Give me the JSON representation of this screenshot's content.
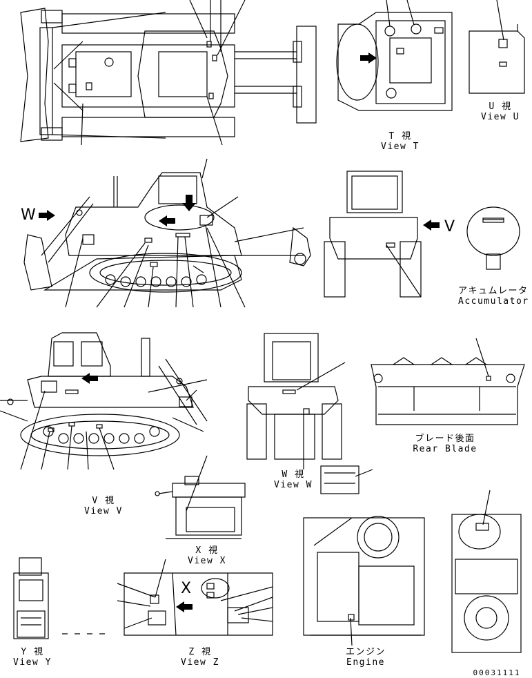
{
  "views": {
    "t": {
      "jp": "T 視",
      "en": "View T"
    },
    "u": {
      "jp": "U 視",
      "en": "View U"
    },
    "v": {
      "jp": "V 視",
      "en": "View V"
    },
    "w": {
      "jp": "W 視",
      "en": "View W"
    },
    "x": {
      "jp": "X 視",
      "en": "View X"
    },
    "y": {
      "jp": "Y 視",
      "en": "View Y"
    },
    "z": {
      "jp": "Z 視",
      "en": "View Z"
    }
  },
  "parts": {
    "accumulator": {
      "jp": "アキュムレータ",
      "en": "Accumulator"
    },
    "rear_blade": {
      "jp": "ブレード後面",
      "en": "Rear Blade"
    },
    "engine": {
      "jp": "エンジン",
      "en": "Engine"
    }
  },
  "markers": {
    "w": "W",
    "v": "V",
    "x": "X"
  },
  "drawing_number": "00031111"
}
